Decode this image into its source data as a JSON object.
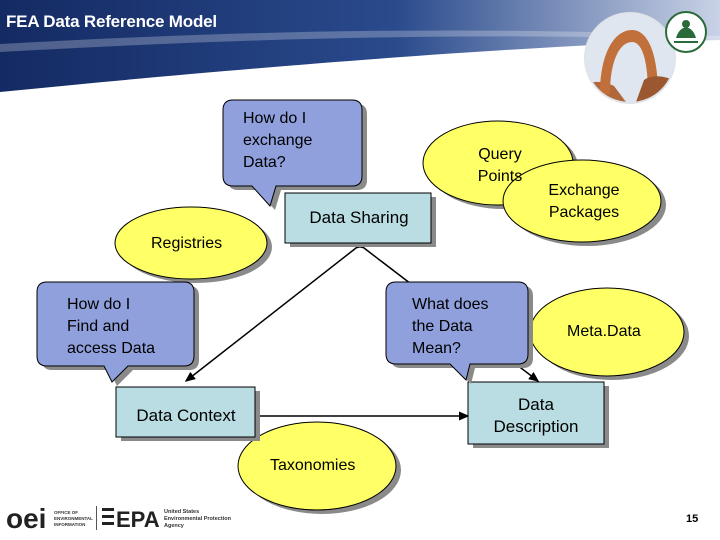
{
  "header": {
    "title": "FEA Data Reference Model"
  },
  "diagram": {
    "bubbles": {
      "exchange_question": "How do I\nexchange\nData?",
      "find_question": "How do I\nFind and\naccess Data",
      "meaning_question": "What does\nthe Data\nMean?"
    },
    "ellipses": {
      "query_points": "Query\nPoints",
      "exchange_packages": "Exchange\nPackages",
      "registries": "Registries",
      "metadata": "Meta.Data",
      "taxonomies": "Taxonomies"
    },
    "boxes": {
      "data_sharing": "Data Sharing",
      "data_context": "Data Context",
      "data_description": "Data\nDescription"
    }
  },
  "footer": {
    "oei_logo_text": "oei",
    "oei_caption": "OFFICE OF\nENVIRONMENTAL\nINFORMATION",
    "epa_logo_text": "EPA",
    "epa_caption": "United States\nEnvironmental Protection\nAgency",
    "slide_number": "15"
  },
  "colors": {
    "header_blue": "#1f3a78",
    "ellipse_fill": "#ffff66",
    "box_fill": "#b9dde2",
    "bubble_fill": "#8fa0dc",
    "shadow": "#8a8a8a"
  }
}
